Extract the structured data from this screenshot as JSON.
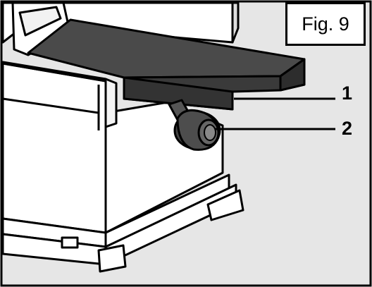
{
  "figure": {
    "label": "Fig. 9",
    "callouts": [
      {
        "number": "1"
      },
      {
        "number": "2"
      }
    ]
  },
  "colors": {
    "background": "#e6e6e6",
    "table_top": "#4a4a4a",
    "table_edge": "#3a3a3a",
    "machine_body": "#ffffff",
    "outline": "#000000"
  }
}
